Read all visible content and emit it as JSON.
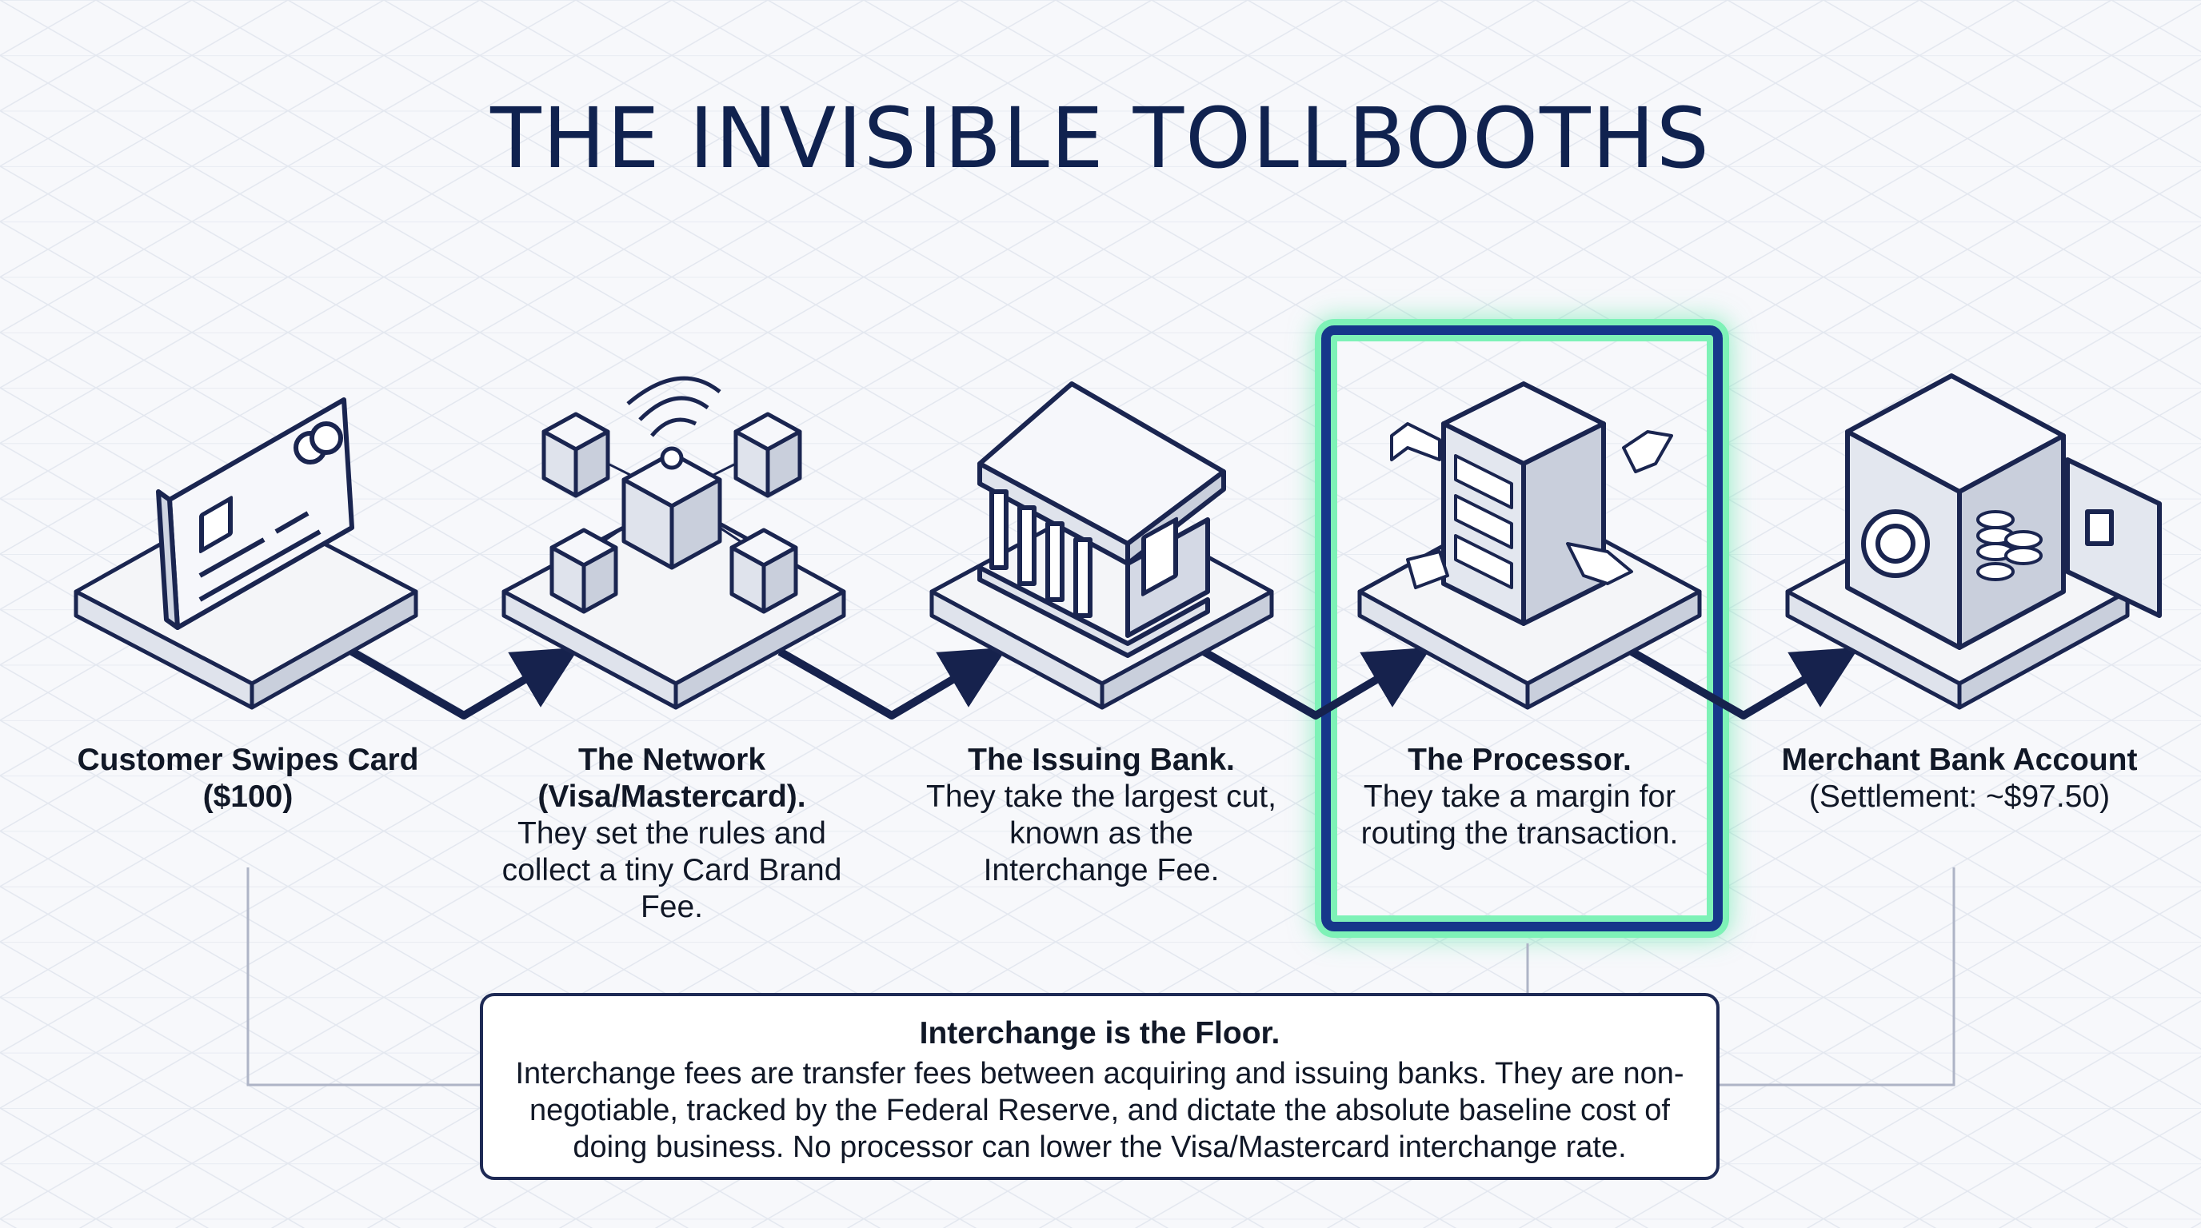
{
  "title": "THE INVISIBLE TOLLBOOTHS",
  "steps": [
    {
      "title": "Customer Swipes Card ($100)",
      "desc": "",
      "icon": "credit-card-icon"
    },
    {
      "title": "The Network (Visa/Mastercard).",
      "desc": "They set the rules and collect a tiny Card Brand Fee.",
      "icon": "network-servers-icon"
    },
    {
      "title": "The Issuing Bank.",
      "desc": "They take the largest cut, known as the Interchange Fee.",
      "icon": "bank-building-icon"
    },
    {
      "title": "The Processor.",
      "desc": "They take a margin for routing the transaction.",
      "icon": "server-processor-icon",
      "highlighted": true
    },
    {
      "title": "Merchant Bank Account",
      "desc": "(Settlement: ~$97.50)",
      "icon": "vault-safe-icon"
    }
  ],
  "note": {
    "title": "Interchange is the Floor.",
    "body": "Interchange fees are transfer fees between acquiring and issuing banks. They are non-negotiable, tracked by the Federal Reserve, and dictate the absolute baseline cost of doing business. No processor can lower the Visa/Mastercard interchange rate."
  },
  "colors": {
    "navy": "#10224f",
    "line": "#1a2550",
    "highlight_glow": "#7ef2b7",
    "highlight_border": "#16378a",
    "grid": "#e2e6ef"
  }
}
